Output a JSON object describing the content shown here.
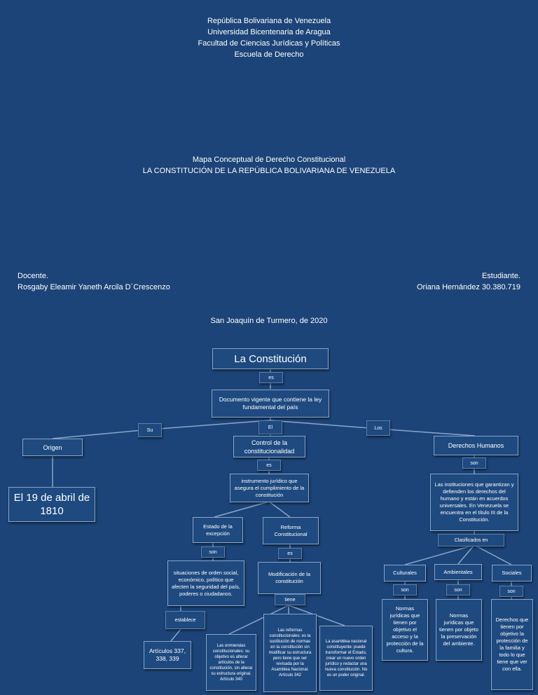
{
  "header": {
    "line1": "República Bolivariana de Venezuela",
    "line2": "Universidad Bicentenaria de Aragua",
    "line3": "Facultad de Ciencias Jurídicas y Políticas",
    "line4": "Escuela de Derecho"
  },
  "title": {
    "line1": "Mapa Conceptual de Derecho Constitucional",
    "line2": "LA CONSTITUCIÓN DE LA REPÚBLICA BOLIVARIANA DE VENEZUELA"
  },
  "docente": {
    "label": "Docente.",
    "name": "Rosgaby Eleamir Yaneth Arcila D´Crescenzo"
  },
  "estudiante": {
    "label": "Estudiante.",
    "name": "Oriana Hernández 30.380.719"
  },
  "place_date": "San Joaquín de Turmero, de 2020",
  "map": {
    "root": "La Constitución",
    "es1": "es",
    "documento": "Documento vigente que contiene la ley fundamental del país",
    "su": "Su",
    "el": "El",
    "los": "Los",
    "origen": "Origen",
    "fecha": "El 19 de abril de 1810",
    "control": "Control de la constitucionalidad",
    "es2": "es",
    "instrumento": "instrumento jurídico que asegura el cumplimiento de la constitución",
    "estado": "Estado de la excepción",
    "son1": "son",
    "situaciones": "situaciones de orden social, económico, político que afecten la seguridad del país, poderes o ciudadanos.",
    "establece": "establece",
    "articulos": "Artículos 337, 338, 339",
    "reforma": "Reforma Constitucional",
    "es3": "es",
    "modificacion": "Modificación de la constitución",
    "tiene": "tiene",
    "enmiendas": "Las enmiendas constitucionales: su objetivo es alterar artículos de la constitución, sin alterar su estructura original. Artículo 340",
    "reformas": "Las reformas constitucionales: es la sustitución de normas en la constitución sin modificar su estructura pero tiene que ser revisada por la Asamblea Nacional. Artículo 342",
    "asamblea": "La asamblea nacional constituyente: puede transformar el Estado, crear un nuevo orden jurídico y redactar una nueva constitución. No es un poder original.",
    "derechos": "Derechos Humanos",
    "son2": "son",
    "instituciones": "Las instituciones que garantizan y defienden los derechos del humano y están en acuerdos universales. En Venezuela se encuentra en el título III de la Constitución.",
    "clasificados": "Clasificados en",
    "culturales": "Culturales",
    "ambientales": "Ambientales",
    "sociales": "Sociales",
    "son3": "son",
    "son4": "son",
    "son5": "son",
    "normas_cult": "Normas jurídicas que tienen por objetivo el acceso y la protección de la cultura.",
    "normas_amb": "Normas jurídicas que tienen por objeto la preservación del ambiente.",
    "normas_soc": "Derechos que tienen por objetivo la protección de la familia y todo lo que tiene que ver con ella."
  },
  "colors": {
    "background": "#1c4478",
    "box": "#1e4a80",
    "border": "#8aa6cc"
  }
}
